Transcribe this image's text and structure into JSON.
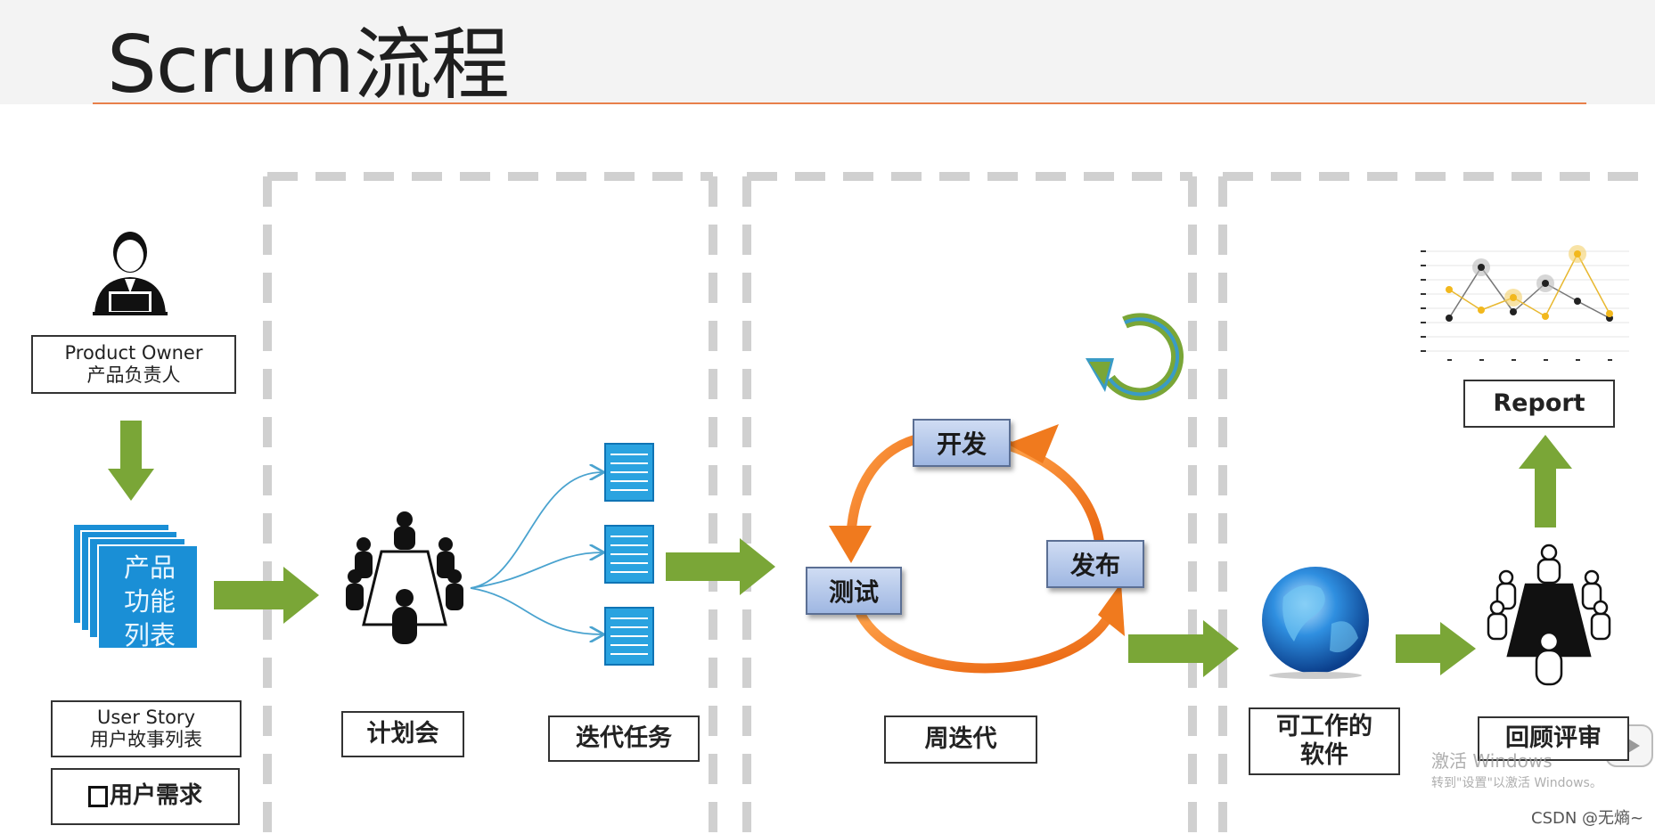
{
  "title": "Scrum流程",
  "product_owner": {
    "en": "Product Owner",
    "zh": "产品负责人"
  },
  "backlog": {
    "line1": "产品",
    "line2": "功能",
    "line3": "列表"
  },
  "user_story": {
    "en": "User Story",
    "zh": "用户故事列表"
  },
  "user_need": "用户需求",
  "planning_meeting": "计划会",
  "sprint_tasks": "迭代任务",
  "cycle": {
    "develop": "开发",
    "test": "测试",
    "release": "发布"
  },
  "weekly_sprint": "周迭代",
  "working_software": {
    "line1": "可工作的",
    "line2": "软件"
  },
  "report": "Report",
  "review": "回顾评审",
  "watermark": {
    "activate": "激活 Windows",
    "hint": "转到\"设置\"以激活 Windows。",
    "csdn": "CSDN @无熵~"
  },
  "colors": {
    "arrow_green": "#7aa637",
    "cycle_orange": "#f07a1e",
    "backlog_blue": "#1a8fd6",
    "title_rule": "#e8804a"
  }
}
